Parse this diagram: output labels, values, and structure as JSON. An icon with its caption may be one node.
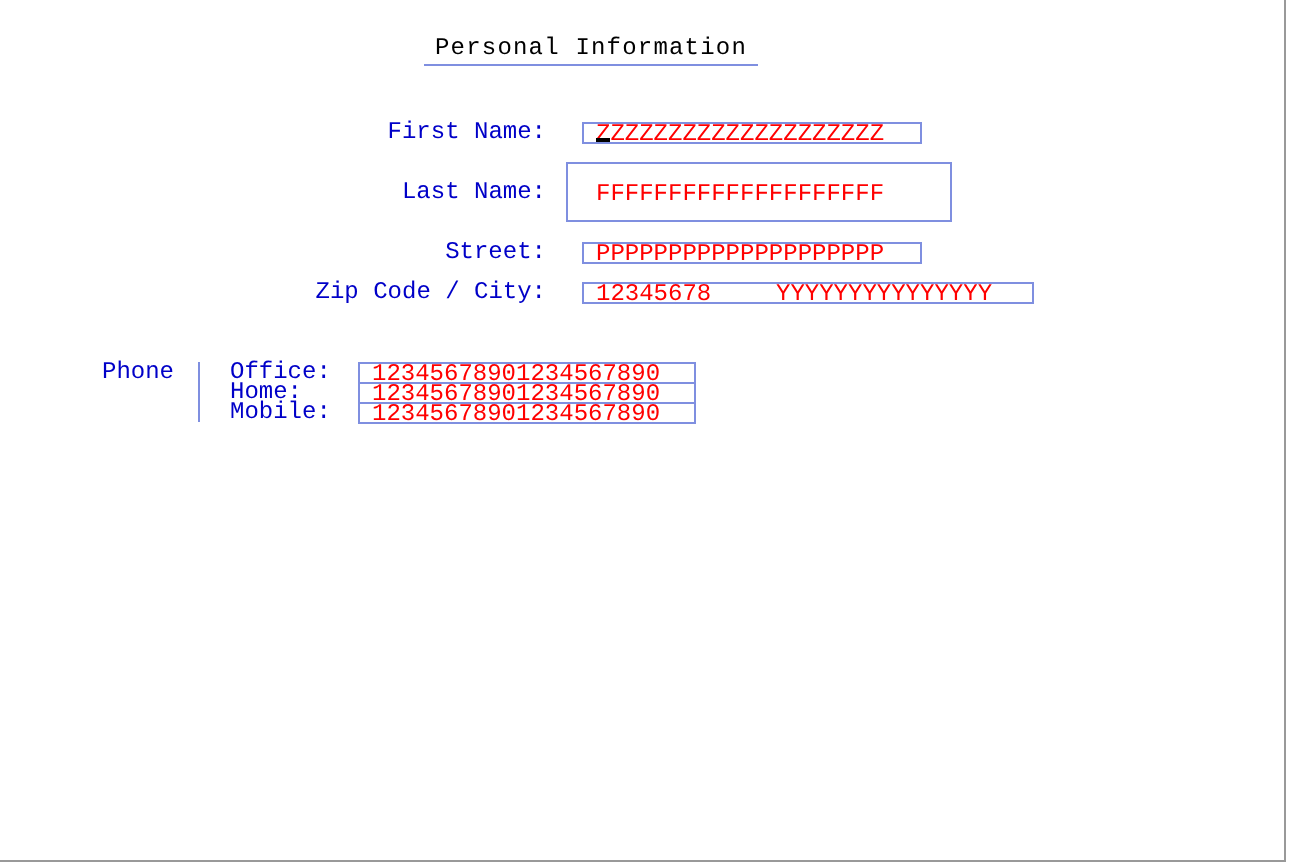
{
  "diagram": {
    "title": "Personal Information",
    "labels": [
      "First Name:",
      "ZZZZZZZZZZZZZZZZZZZZ",
      "Last Name:",
      "FFFFFFFFFFFFFFFFFFFF",
      "Street:",
      "PPPPPPPPPPPPPPPPPPPP",
      "Zip Code / City:",
      "12345678",
      "YYYYYYYYYYYYYYY",
      "Phone",
      "Office:",
      "12345678901234567890",
      "Home:",
      "12345678901234567890",
      "Mobile:",
      "12345678901234567890"
    ]
  }
}
